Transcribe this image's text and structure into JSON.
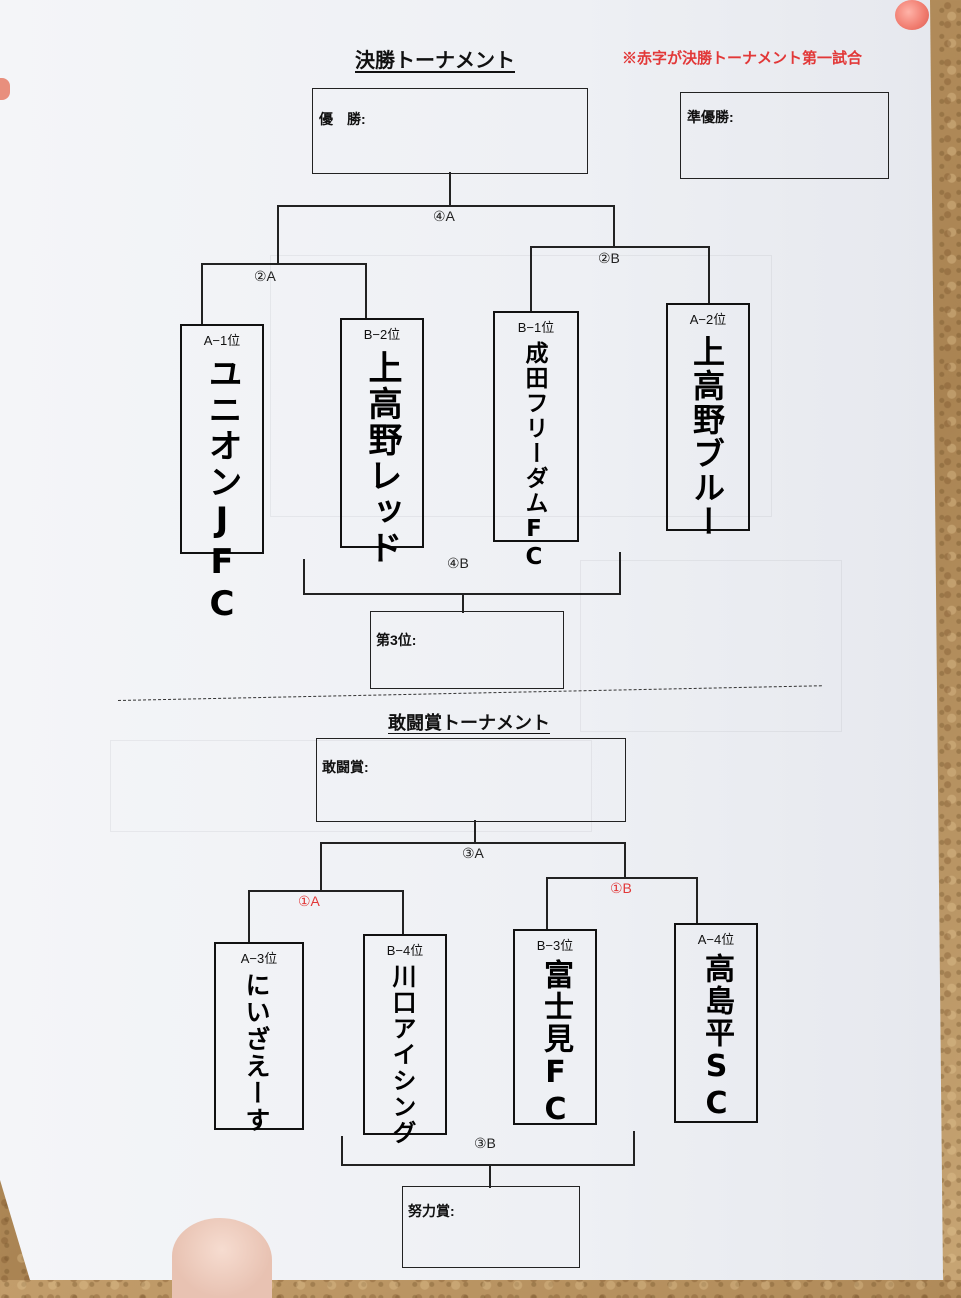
{
  "final": {
    "title": "決勝トーナメント",
    "note": "※赤字が決勝トーナメント第一試合",
    "champion_label": "優　勝:",
    "runnerup_label": "準優勝:",
    "third_label": "第3位:",
    "matches": {
      "final": "④A",
      "semi_left": "②A",
      "semi_right": "②B",
      "third": "④B"
    },
    "teams": [
      {
        "rank": "A−1位",
        "name": "ユニオンJFC"
      },
      {
        "rank": "B−2位",
        "name": "上高野レッド"
      },
      {
        "rank": "B−1位",
        "name": "成田フリーダムFC"
      },
      {
        "rank": "A−2位",
        "name": "上高野ブルー"
      }
    ]
  },
  "consolation": {
    "title": "敢闘賞トーナメント",
    "winner_label": "敢闘賞:",
    "effort_label": "努力賞:",
    "matches": {
      "final": "③A",
      "semi_left": "①A",
      "semi_right": "①B",
      "third": "③B"
    },
    "teams": [
      {
        "rank": "A−3位",
        "name": "にいざえーす"
      },
      {
        "rank": "B−4位",
        "name": "川口アイシング"
      },
      {
        "rank": "B−3位",
        "name": "富士見FC"
      },
      {
        "rank": "A−4位",
        "name": "高島平SC"
      }
    ]
  },
  "colors": {
    "accent_red": "#e23838",
    "ink": "#111111"
  }
}
